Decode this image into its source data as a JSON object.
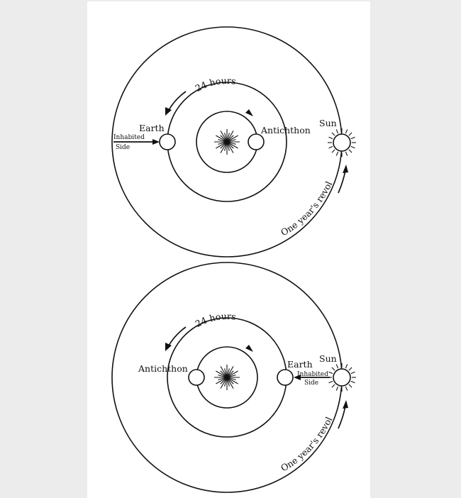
{
  "diagrams": [
    {
      "hours_label": "24 hours",
      "earth_label": "Earth",
      "antichthon_label": "Antichthon",
      "sun_label": "Sun",
      "inhabited_line1": "Inhabited",
      "inhabited_line2": "Side",
      "revolution_label": "One year's revolution"
    },
    {
      "hours_label": "24 hours",
      "earth_label": "Earth",
      "antichthon_label": "Antichthon",
      "sun_label": "Sun",
      "inhabited_line1": "Inhabited",
      "inhabited_line2": "Side",
      "revolution_label": "One year's revolution"
    }
  ]
}
